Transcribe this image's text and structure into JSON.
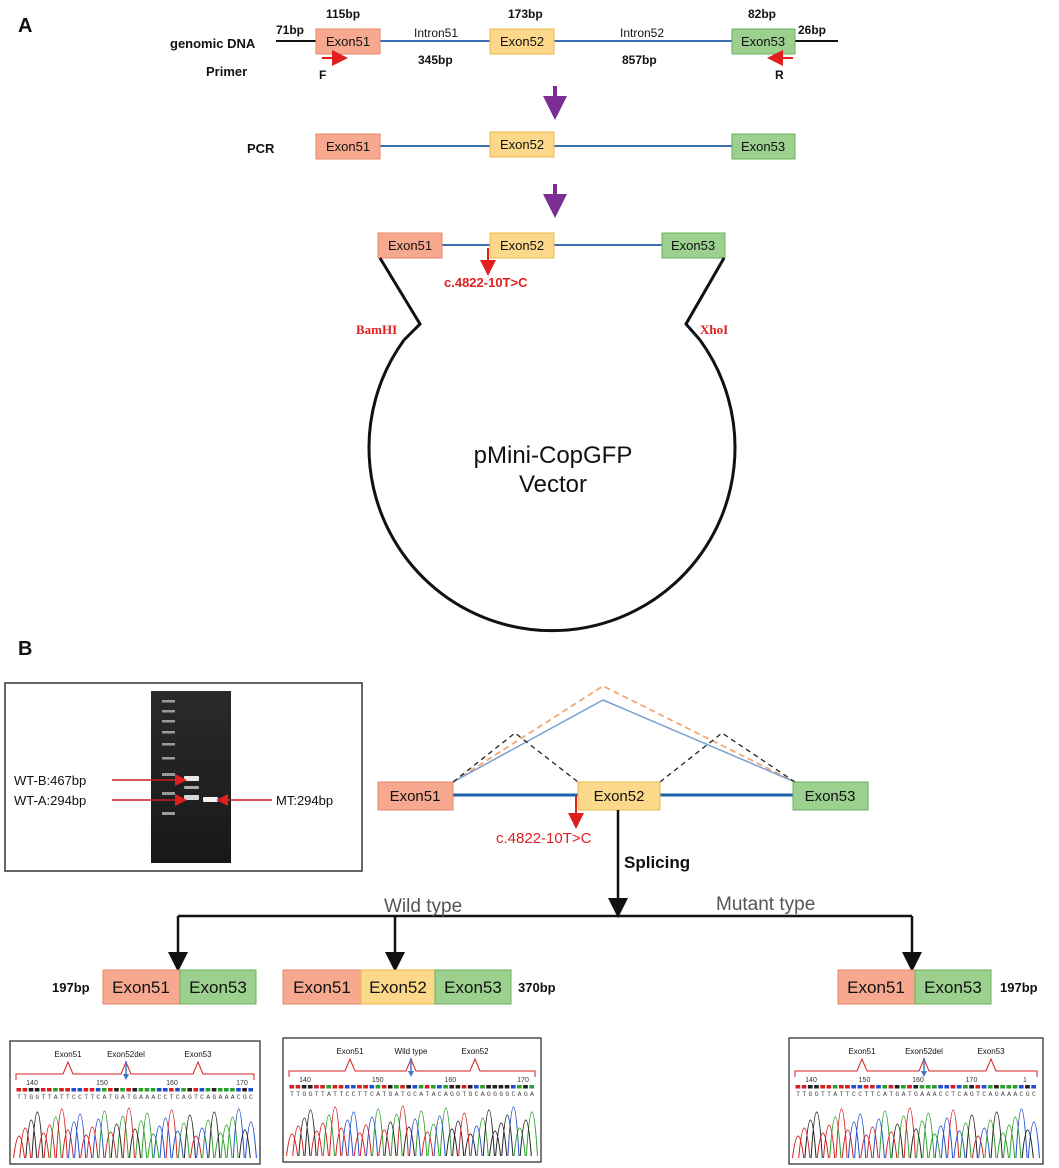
{
  "panels": {
    "a": "A",
    "b": "B"
  },
  "genomic": {
    "row_label": "genomic DNA",
    "primer_label": "Primer",
    "left_flank": "71bp",
    "right_flank": "26bp",
    "exon51": {
      "name": "Exon51",
      "size": "115bp"
    },
    "exon52": {
      "name": "Exon52",
      "size": "173bp"
    },
    "exon53": {
      "name": "Exon53",
      "size": "82bp"
    },
    "intron51": {
      "name": "Intron51",
      "size": "345bp"
    },
    "intron52": {
      "name": "Intron52",
      "size": "857bp"
    },
    "primer_f": "F",
    "primer_r": "R"
  },
  "pcr": {
    "label": "PCR",
    "exon51": "Exon51",
    "exon52": "Exon52",
    "exon53": "Exon53"
  },
  "vector": {
    "exon51": "Exon51",
    "exon52": "Exon52",
    "exon53": "Exon53",
    "mutation": "c.4822-10T>C",
    "site_left": "BamHI",
    "site_right": "XhoI",
    "name_line1": "pMini-CopGFP",
    "name_line2": "Vector"
  },
  "gel": {
    "band_wt_b": "WT-B:467bp",
    "band_wt_a": "WT-A:294bp",
    "band_mt": "MT:294bp"
  },
  "splicing": {
    "exon51": "Exon51",
    "exon52": "Exon52",
    "exon53": "Exon53",
    "mutation": "c.4822-10T>C",
    "label": "Splicing",
    "wild_type": "Wild type",
    "mutant_type": "Mutant type"
  },
  "products": {
    "p1": {
      "size": "197bp",
      "exons": [
        "Exon51",
        "Exon53"
      ]
    },
    "p2": {
      "size": "370bp",
      "exons": [
        "Exon51",
        "Exon52",
        "Exon53"
      ]
    },
    "p3": {
      "size": "197bp",
      "exons": [
        "Exon51",
        "Exon53"
      ]
    }
  },
  "chromatograms": {
    "c1": {
      "labels": [
        "Exon51",
        "Exon52del",
        "Exon53"
      ],
      "ticks": [
        "140",
        "150",
        "160",
        "170"
      ],
      "sequence": "TTGGTTATTCCTTCATGATGAAACCTCAGTCAGAAACGC"
    },
    "c2": {
      "labels": [
        "Exon51",
        "Wild type",
        "Exon52"
      ],
      "ticks": [
        "140",
        "150",
        "160",
        "170"
      ],
      "sequence": "TTGGTTATTCCTTCATGATGCATACAGGTGCAGGGGCAGA"
    },
    "c3": {
      "labels": [
        "Exon51",
        "Exon52del",
        "Exon53"
      ],
      "ticks": [
        "140",
        "150",
        "160",
        "170",
        "1"
      ],
      "sequence": "TTGGTTATTCCTTCATGATGAAACCTCAGTCAGAAACGC"
    }
  },
  "colors": {
    "exon51_fill": "#f6a98f",
    "exon51_stroke": "#e8866a",
    "exon52_fill": "#fcd98a",
    "exon52_stroke": "#e9b94a",
    "exon53_fill": "#9bd08f",
    "exon53_stroke": "#6aaf5e",
    "intron_line": "#3a6fb0",
    "arrow_purple": "#7b2d93",
    "accent_red": "#e02020"
  }
}
